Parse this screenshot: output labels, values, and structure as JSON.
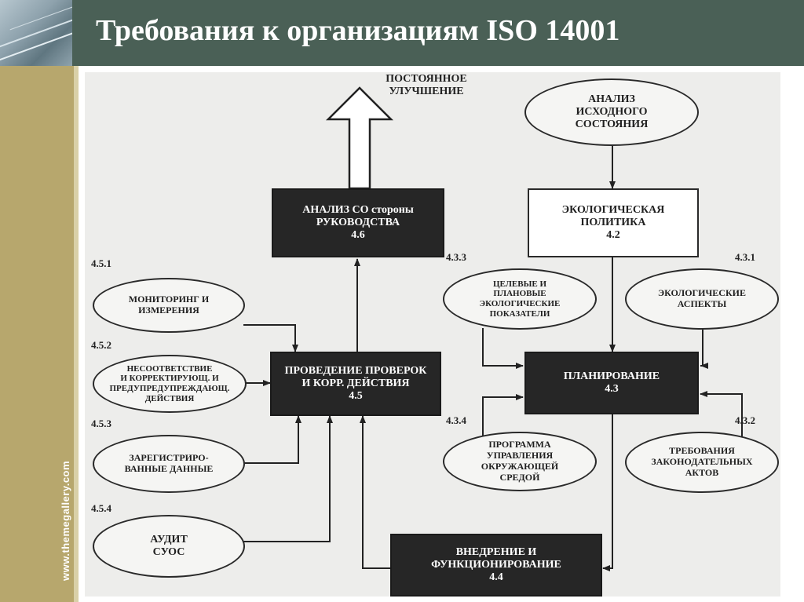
{
  "header": {
    "title": "Требования к организациям ISO 14001"
  },
  "sidebar": {
    "site_label": "www.themegallery.com"
  },
  "diagram": {
    "continual_improvement": [
      "ПОСТОЯННОЕ",
      "УЛУЧШЕНИЕ"
    ],
    "management_review": {
      "lines": [
        "АНАЛИЗ СО стороны",
        "РУКОВОДСТВА"
      ],
      "ref": "4.6"
    },
    "initial_review": [
      "АНАЛИЗ",
      "ИСХОДНОГО",
      "СОСТОЯНИЯ"
    ],
    "environmental_policy": {
      "lines": [
        "ЭКОЛОГИЧЕСКАЯ",
        "ПОЛИТИКА"
      ],
      "ref": "4.2"
    },
    "checking": {
      "lines": [
        "ПРОВЕДЕНИЕ ПРОВЕРОК",
        "И КОРР. ДЕЙСТВИЯ"
      ],
      "ref": "4.5"
    },
    "planning": {
      "lines": [
        "ПЛАНИРОВАНИЕ"
      ],
      "ref": "4.3"
    },
    "implementation": {
      "lines": [
        "ВНЕДРЕНИЕ И",
        "ФУНКЦИОНИРОВАНИЕ"
      ],
      "ref": "4.4"
    },
    "monitoring": {
      "ref": "4.5.1",
      "lines": [
        "МОНИТОРИНГ И",
        "ИЗМЕРЕНИЯ"
      ]
    },
    "nonconformity": {
      "ref": "4.5.2",
      "lines": [
        "НЕСООТВЕТСТВИЕ",
        "И КОРРЕКТИРУЮЩ. И",
        "ПРЕДУПРЕДУПРЕЖДАЮЩ.",
        "ДЕЙСТВИЯ"
      ]
    },
    "records": {
      "ref": "4.5.3",
      "lines": [
        "ЗАРЕГИСТРИРО-",
        "ВАННЫЕ ДАННЫЕ"
      ]
    },
    "audit": {
      "ref": "4.5.4",
      "lines": [
        "АУДИТ",
        "СУОС"
      ]
    },
    "objectives": {
      "ref": "4.3.3",
      "lines": [
        "ЦЕЛЕВЫЕ И",
        "ПЛАНОВЫЕ",
        "ЭКОЛОГИЧЕСКИЕ",
        "ПОКАЗАТЕЛИ"
      ]
    },
    "aspects": {
      "ref": "4.3.1",
      "lines": [
        "ЭКОЛОГИЧЕСКИЕ",
        "АСПЕКТЫ"
      ]
    },
    "program": {
      "ref": "4.3.4",
      "lines": [
        "ПРОГРАММА",
        "УПРАВЛЕНИЯ",
        "ОКРУЖАЮЩЕЙ",
        "СРЕДОЙ"
      ]
    },
    "legal": {
      "ref": "4.3.2",
      "lines": [
        "ТРЕБОВАНИЯ",
        "ЗАКОНОДАТЕЛЬНЫХ",
        "АКТОВ"
      ]
    }
  }
}
